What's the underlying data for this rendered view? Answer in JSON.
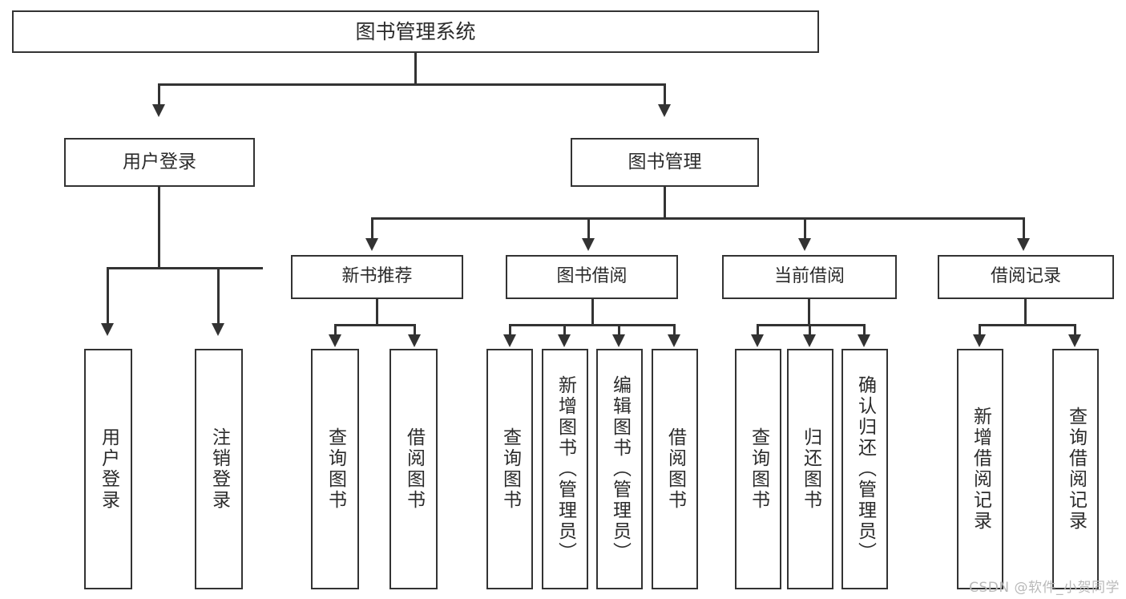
{
  "diagram": {
    "title": "图书管理系统",
    "type": "tree-hierarchy-diagram",
    "colors": {
      "box_border": "#333333",
      "box_fill": "#ffffff",
      "text": "#2b2b2b",
      "connector": "#333333",
      "watermark": "#b9b9b9",
      "background": "#ffffff"
    },
    "root": {
      "label": "图书管理系统"
    },
    "level1": [
      {
        "label": "用户登录"
      },
      {
        "label": "图书管理"
      }
    ],
    "level2": [
      {
        "label": "新书推荐"
      },
      {
        "label": "图书借阅"
      },
      {
        "label": "当前借阅"
      },
      {
        "label": "借阅记录"
      }
    ],
    "leaves": {
      "user_login": [
        {
          "label": "用户登录"
        },
        {
          "label": "注销登录"
        }
      ],
      "new_book_recommend": [
        {
          "label": "查询图书"
        },
        {
          "label": "借阅图书"
        }
      ],
      "book_borrow": [
        {
          "label": "查询图书"
        },
        {
          "label": "新增图书（管理员）"
        },
        {
          "label": "编辑图书（管理员）"
        },
        {
          "label": "借阅图书"
        }
      ],
      "current_borrow": [
        {
          "label": "查询图书"
        },
        {
          "label": "归还图书"
        },
        {
          "label": "确认归还（管理员）"
        }
      ],
      "borrow_record": [
        {
          "label": "新增借阅记录"
        },
        {
          "label": "查询借阅记录"
        }
      ]
    }
  },
  "watermark": {
    "text": "CSDN @软件_小贺同学"
  }
}
